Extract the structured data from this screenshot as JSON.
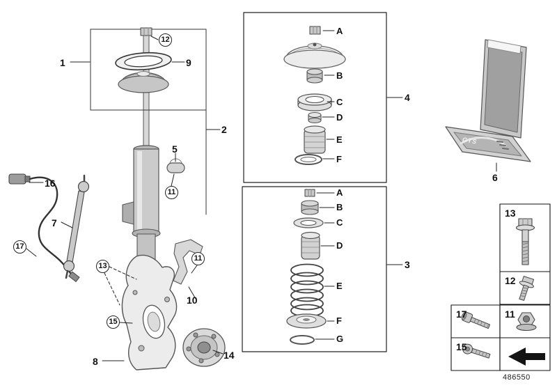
{
  "drawing": {
    "number": "486550"
  },
  "callouts": {
    "n1": "1",
    "n2": "2",
    "n5": "5",
    "n7": "7",
    "n8": "8",
    "n9": "9",
    "n10": "10",
    "n11": "11",
    "n12": "12",
    "n13": "13",
    "n14": "14",
    "n15": "15",
    "n16": "16",
    "n17": "17"
  },
  "panel_top": {
    "callout": "4",
    "letters": [
      "A",
      "B",
      "C",
      "D",
      "E",
      "F"
    ]
  },
  "panel_bottom": {
    "callout": "3",
    "letters": [
      "A",
      "B",
      "C",
      "D",
      "E",
      "F",
      "G"
    ]
  },
  "fastener_grid": {
    "labels": {
      "b13": "13",
      "b12": "12",
      "b17": "17",
      "b11": "11",
      "b15": "15"
    }
  },
  "case": {
    "callout": "6",
    "inscription": "GTS"
  }
}
